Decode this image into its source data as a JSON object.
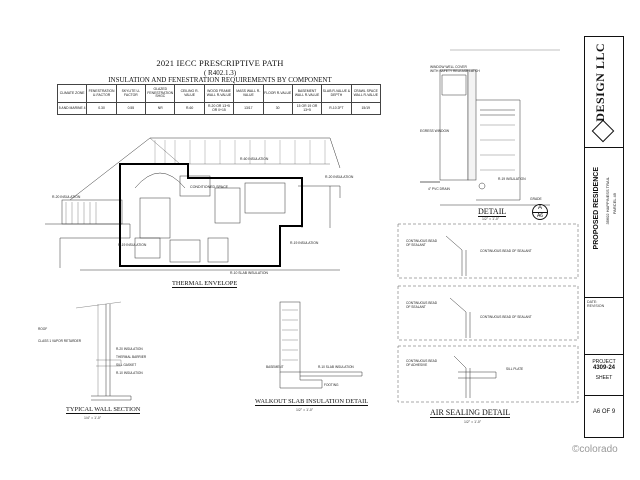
{
  "sheet_header": {
    "title": "2021 IECC PRESCRIPTIVE PATH",
    "code_ref": "( R402.1.3)",
    "subtitle": "INSULATION AND FENESTRATION REQUIREMENTS BY COMPONENT"
  },
  "insulation_table": {
    "headers": [
      "CLIMATE ZONE",
      "FENESTRATION U-FACTOR",
      "SKYLITE U-FACTOR",
      "GLAZED FENESTRATION SHGC",
      "CEILING R-VALUE",
      "WOOD FRAME WALL R-VALUE",
      "MASS WALL R-VALUE",
      "FLOOR R-VALUE",
      "BASEMENT WALL R-VALUE",
      "SLAB R-VALUE & DEPTH",
      "CRAWL SPACE WALL R-VALUE"
    ],
    "row": [
      "5 AND MARINE 4",
      "0.30",
      "0.55",
      "NR",
      "R-60",
      "R-20 OR 13+5 OR 0+15",
      "13/17",
      "30",
      "15 OR 19 OR 13+5",
      "R-10 2FT",
      "15/19"
    ]
  },
  "drawings": {
    "thermal_envelope": {
      "title": "THERMAL ENVELOPE",
      "labels": [
        "CONDITIONED SPACE",
        "R-60 INSULATION",
        "R-20 INSULATION",
        "R-19 INSULATION",
        "R-10 SLAB INSULATION"
      ]
    },
    "detail_a": {
      "title": "DETAIL",
      "marker": "A",
      "sheet_ref": "A6",
      "scale": "1/2\" = 1'-0\"",
      "labels": [
        "WINDOW WELL COVER WITH SAFETY RELEASE LATCH",
        "EGRESS WINDOW",
        "R-19 INSULATION",
        "GRADE",
        "4\" PVC DRAIN"
      ]
    },
    "typical_wall": {
      "title": "TYPICAL WALL SECTION",
      "scale": "1/4\" = 1'-0\"",
      "labels": [
        "ROOF",
        "CLASS 1 VAPOR RETARDER",
        "R-20 INSULATION",
        "THERMAL BARRIER",
        "SILL GASKET",
        "R-10 INSULATION"
      ]
    },
    "walkout_slab": {
      "title": "WALKOUT SLAB INSULATION DETAIL",
      "scale": "1/2\" = 1'-0\"",
      "labels": [
        "BASEMENT",
        "R-10 SLAB INSULATION",
        "FOOTING"
      ]
    },
    "air_sealing": {
      "title": "AIR SEALING DETAIL",
      "scale": "1/2\" = 1'-0\"",
      "labels": [
        "CONTINUOUS BEAD OF SEALANT",
        "CONTINUOUS BEAD OF SEALANT",
        "CONTINUOUS BEAD OF SEALANT",
        "CONTINUOUS BEAD OF SEALANT",
        "CONTINUOUS BEAD OF ADHESIVE",
        "SILL PLATE"
      ]
    }
  },
  "title_block": {
    "firm_name": "DESIGN LLC",
    "project_title": "PROPOSED RESIDENCE",
    "address": "35602 HAPPINESS TRAIL",
    "parcel": "PARCEL 49",
    "date_label": "DATE:",
    "revision_label": "REVISION",
    "project_label": "PROJECT",
    "project_number": "4309-24",
    "sheet_label": "SHEET",
    "sheet_number": "A6 OF 9"
  },
  "watermark": "©colorado"
}
